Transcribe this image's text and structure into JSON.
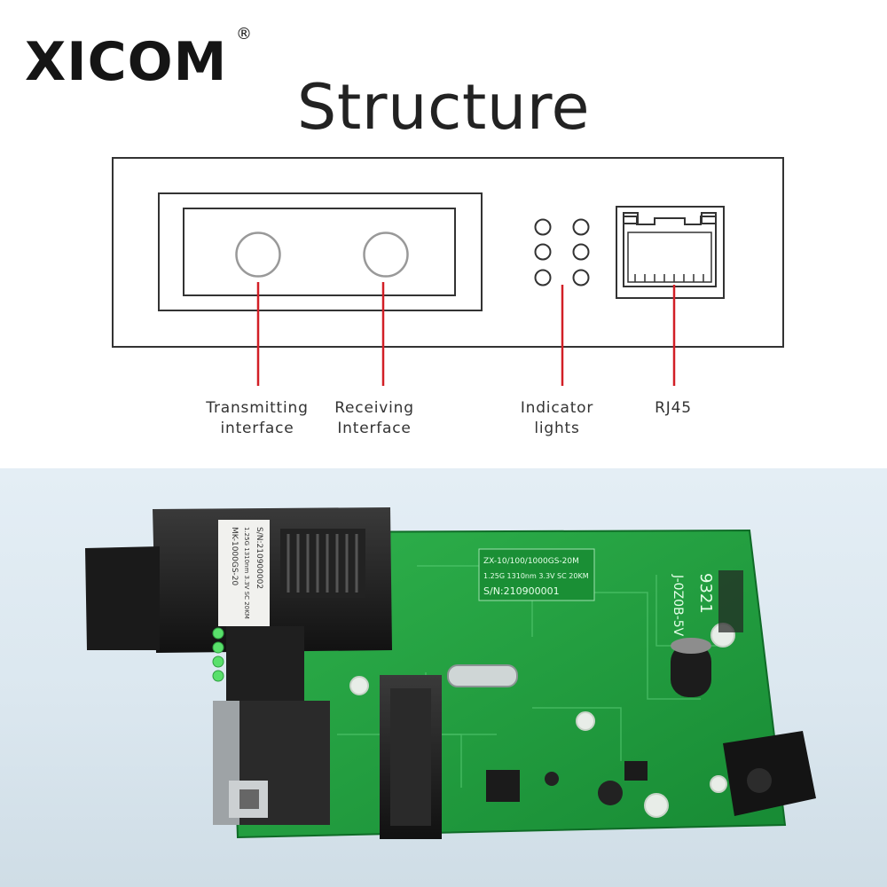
{
  "brand": {
    "logo_text": "XICOM",
    "registered_mark": "®"
  },
  "title": "Structure",
  "labels": [
    {
      "line1": "Transmitting",
      "line2": "interface"
    },
    {
      "line1": "Receiving",
      "line2": "Interface"
    },
    {
      "line1": "Indicator",
      "line2": "lights"
    },
    {
      "line1": "RJ45",
      "line2": ""
    }
  ],
  "board_labels": {
    "module_line1": "MK-1000GS-20",
    "module_line2": "1.25G 1310nm 3.3V SC 20KM",
    "module_line3": "S/N:210900002",
    "pcb_line1": "ZX-10/100/1000GS-20M",
    "pcb_line2": "1.25G 1310nm 3.3V SC 20KM",
    "pcb_line3": "S/N:210900001",
    "pcb_model": "J-0Z0B-5V",
    "pcb_mark": "9321"
  },
  "colors": {
    "leader_line": "#d21f26",
    "outline": "#333333",
    "pcb_green": "#1e9e3a",
    "led_green": "#59e06b"
  }
}
